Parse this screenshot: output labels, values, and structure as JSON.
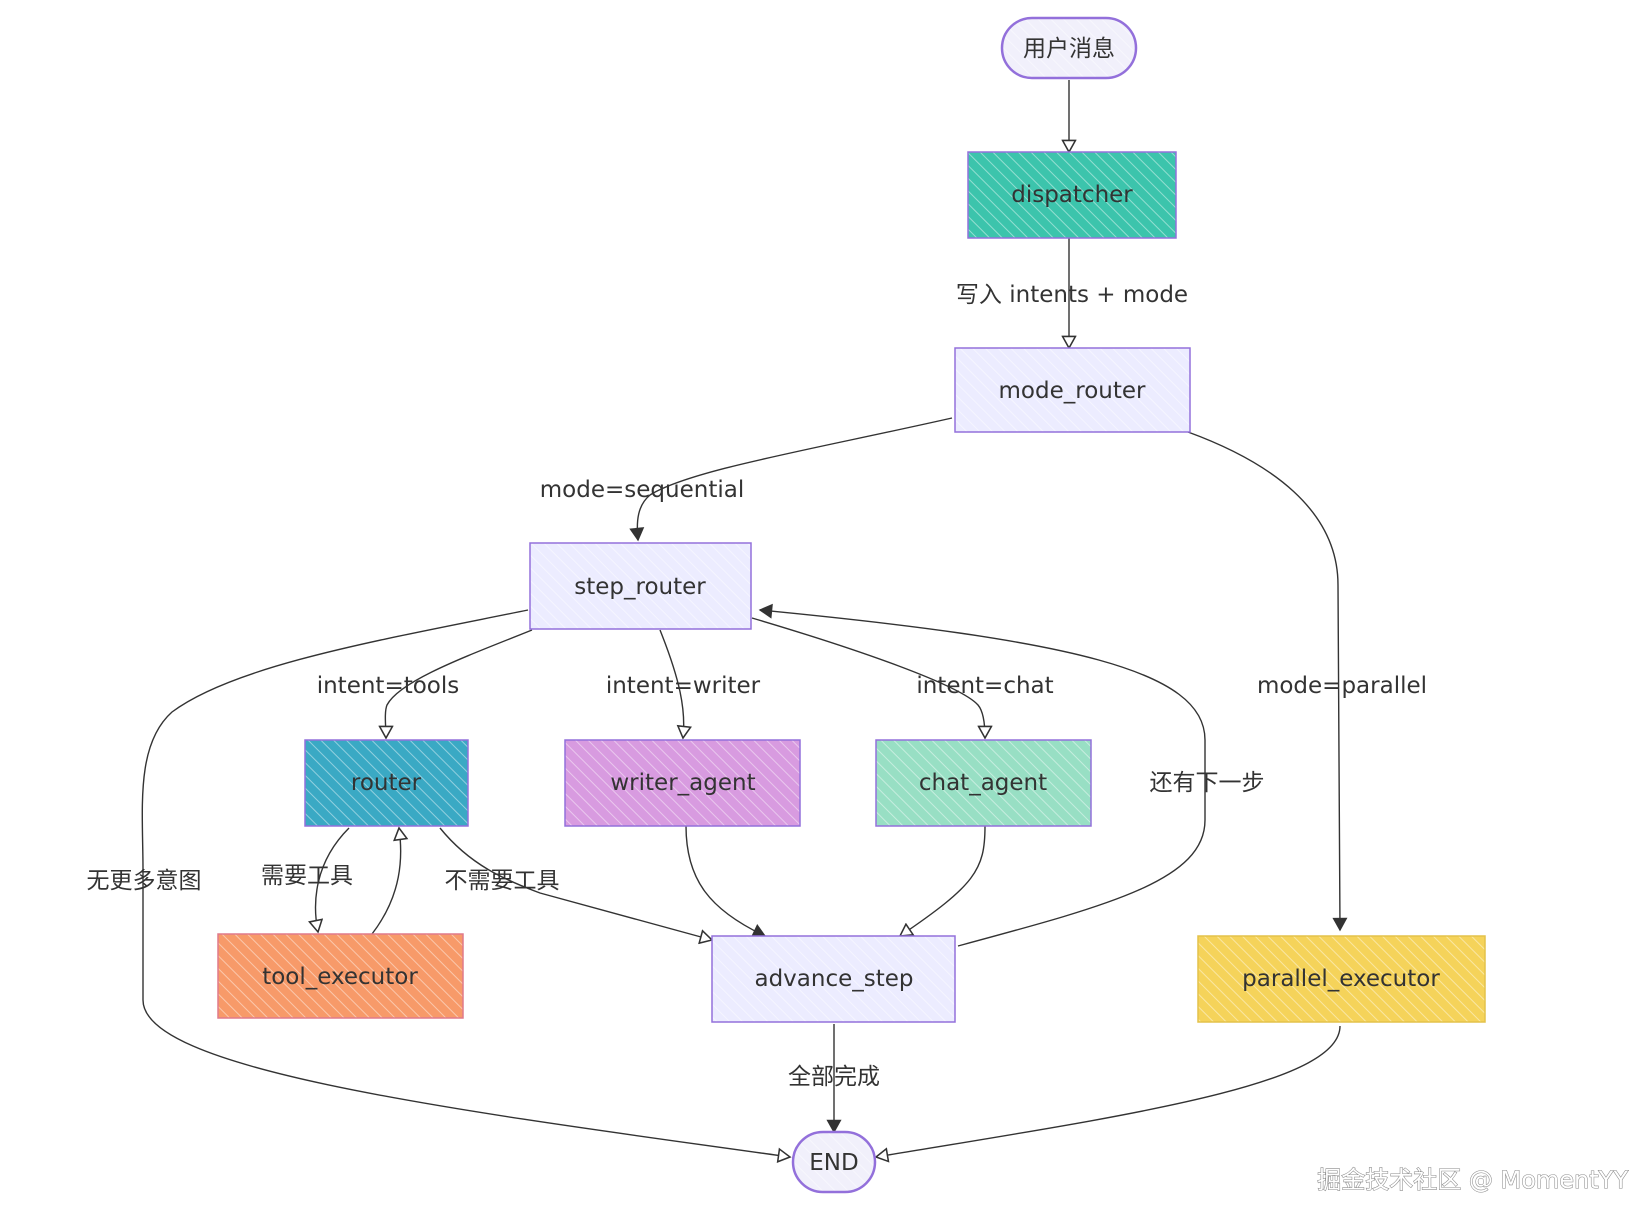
{
  "nodes": {
    "user_msg": {
      "label": "用户消息",
      "shape": "stadium",
      "fill": "#f1f0fb",
      "stroke": "#9370db"
    },
    "dispatcher": {
      "label": "dispatcher",
      "shape": "rect",
      "fill": "#3cc4ac",
      "stroke": "#9370db"
    },
    "mode_router": {
      "label": "mode_router",
      "shape": "rect",
      "fill": "#ececff",
      "stroke": "#9370db"
    },
    "step_router": {
      "label": "step_router",
      "shape": "rect",
      "fill": "#ececff",
      "stroke": "#9370db"
    },
    "router": {
      "label": "router",
      "shape": "rect",
      "fill": "#3aa9c4",
      "stroke": "#9370db"
    },
    "writer_agent": {
      "label": "writer_agent",
      "shape": "rect",
      "fill": "#d89be0",
      "stroke": "#9370db"
    },
    "chat_agent": {
      "label": "chat_agent",
      "shape": "rect",
      "fill": "#98dfc4",
      "stroke": "#9370db"
    },
    "tool_executor": {
      "label": "tool_executor",
      "shape": "rect",
      "fill": "#f79a69",
      "stroke": "#e07a8a"
    },
    "advance_step": {
      "label": "advance_step",
      "shape": "rect",
      "fill": "#ececff",
      "stroke": "#9370db"
    },
    "parallel_executor": {
      "label": "parallel_executor",
      "shape": "rect",
      "fill": "#f5d35a",
      "stroke": "#e3c24a"
    },
    "end": {
      "label": "END",
      "shape": "stadium",
      "fill": "#f1f0fb",
      "stroke": "#9370db"
    }
  },
  "edges": [
    {
      "id": "e1",
      "from": "user_msg",
      "to": "dispatcher",
      "label": ""
    },
    {
      "id": "e2",
      "from": "dispatcher",
      "to": "mode_router",
      "label": "写入 intents + mode"
    },
    {
      "id": "e3",
      "from": "mode_router",
      "to": "step_router",
      "label": "mode=sequential"
    },
    {
      "id": "e4",
      "from": "mode_router",
      "to": "parallel_executor",
      "label": "mode=parallel"
    },
    {
      "id": "e5",
      "from": "step_router",
      "to": "router",
      "label": "intent=tools"
    },
    {
      "id": "e6",
      "from": "step_router",
      "to": "writer_agent",
      "label": "intent=writer"
    },
    {
      "id": "e7",
      "from": "step_router",
      "to": "chat_agent",
      "label": "intent=chat"
    },
    {
      "id": "e8",
      "from": "step_router",
      "to": "end",
      "label": "无更多意图"
    },
    {
      "id": "e9",
      "from": "router",
      "to": "tool_executor",
      "label": "需要工具"
    },
    {
      "id": "e10",
      "from": "tool_executor",
      "to": "router",
      "label": ""
    },
    {
      "id": "e11",
      "from": "router",
      "to": "advance_step",
      "label": "不需要工具"
    },
    {
      "id": "e12",
      "from": "writer_agent",
      "to": "advance_step",
      "label": ""
    },
    {
      "id": "e13",
      "from": "chat_agent",
      "to": "advance_step",
      "label": ""
    },
    {
      "id": "e14",
      "from": "advance_step",
      "to": "step_router",
      "label": "还有下一步"
    },
    {
      "id": "e15",
      "from": "advance_step",
      "to": "end",
      "label": "全部完成"
    },
    {
      "id": "e16",
      "from": "parallel_executor",
      "to": "end",
      "label": ""
    }
  ],
  "watermark": "掘金技术社区 @ MomentYY",
  "colors": {
    "edge": "#333333",
    "text": "#333333"
  }
}
